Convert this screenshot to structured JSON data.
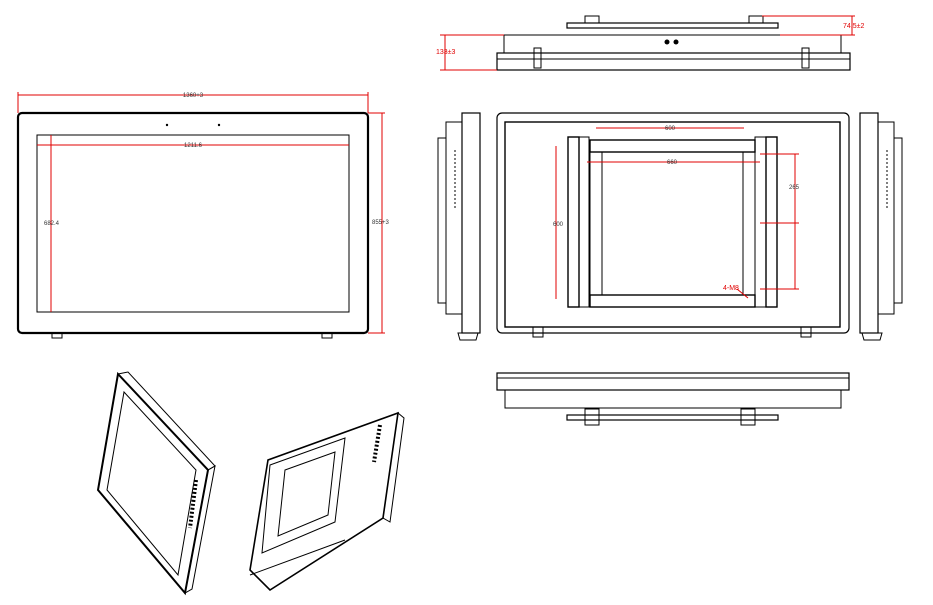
{
  "drawing": {
    "front_view": {
      "overall_width": "1360+3",
      "screen_width": "1211.6",
      "screen_height": "682.4",
      "overall_height": "855+3"
    },
    "top_view": {
      "bracket_depth": "74.5±2",
      "body_depth": "133±3"
    },
    "rear_view": {
      "vesa_width_top": "600",
      "rail_width": "660",
      "vesa_height": "600",
      "hole_spacing": "265",
      "screw_note": "4-M8"
    }
  },
  "colors": {
    "outline": "#000000",
    "dimension": "#e00000"
  }
}
